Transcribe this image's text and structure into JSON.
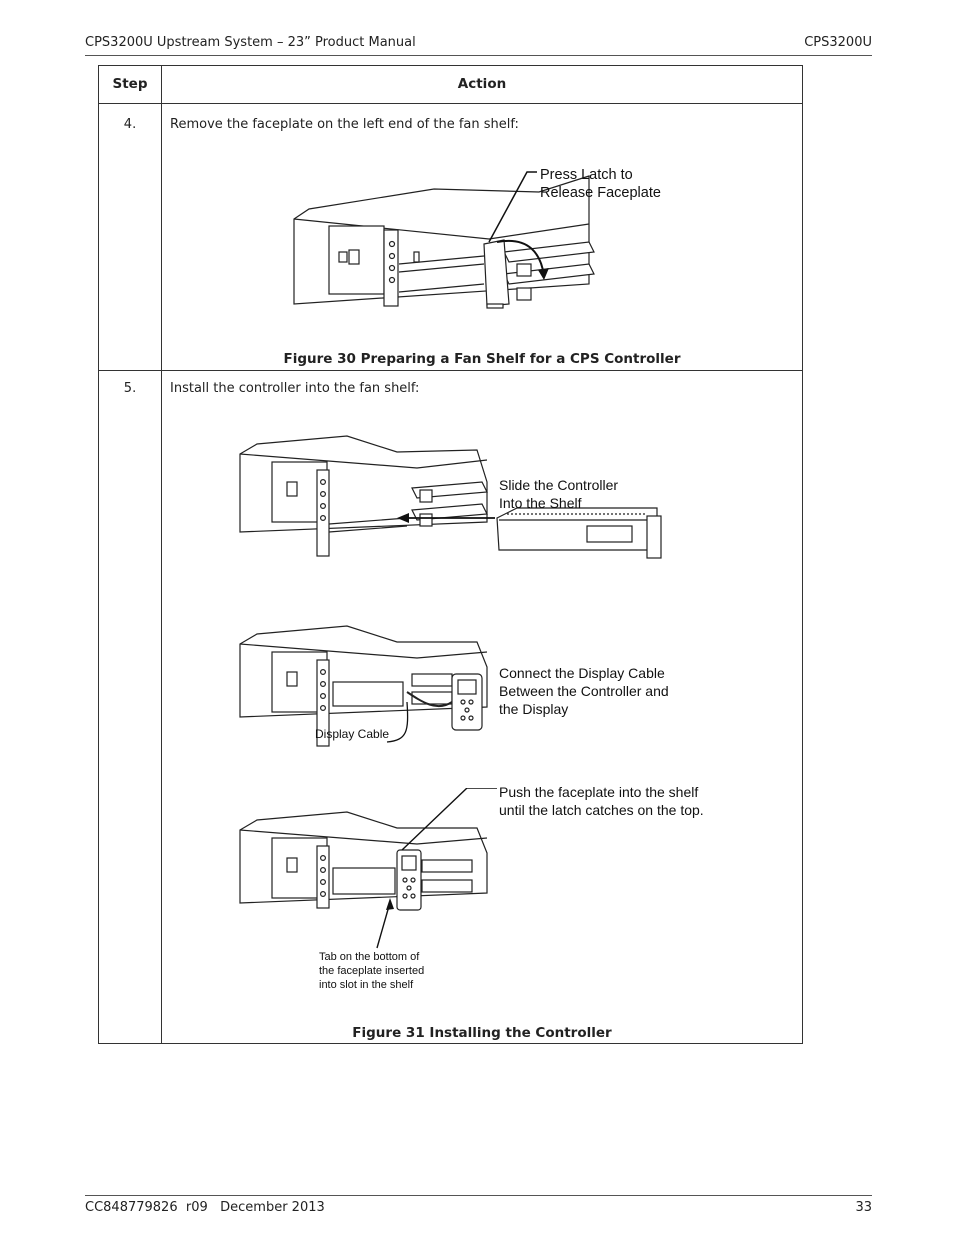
{
  "header": {
    "title": "CPS3200U Upstream System – 23” Product Manual",
    "product": "CPS3200U"
  },
  "table": {
    "col_step": "Step",
    "col_action": "Action",
    "rows": [
      {
        "step": "4.",
        "action": "Remove the faceplate on the left end of the fan shelf:",
        "figure_caption": "Figure 30 Preparing a Fan Shelf for a CPS Controller",
        "callouts": [
          "Press Latch to",
          "Release Faceplate"
        ]
      },
      {
        "step": "5.",
        "action": "Install the controller into the fan shelf:",
        "figure_caption": "Figure 31 Installing the Controller",
        "callouts": {
          "slide": [
            "Slide the Controller",
            "Into the Shelf"
          ],
          "connect": [
            "Connect the Display Cable",
            "Between the Controller and",
            "the Display"
          ],
          "display_cable": "Display Cable",
          "push": [
            "Push the faceplate into the shelf",
            "until the latch catches on the top."
          ],
          "tab": [
            "Tab on the bottom of",
            "the faceplate inserted",
            "into slot in the shelf"
          ]
        }
      }
    ]
  },
  "footer": {
    "doc_id": "CC848779826  r09   December 2013",
    "page": "33"
  }
}
